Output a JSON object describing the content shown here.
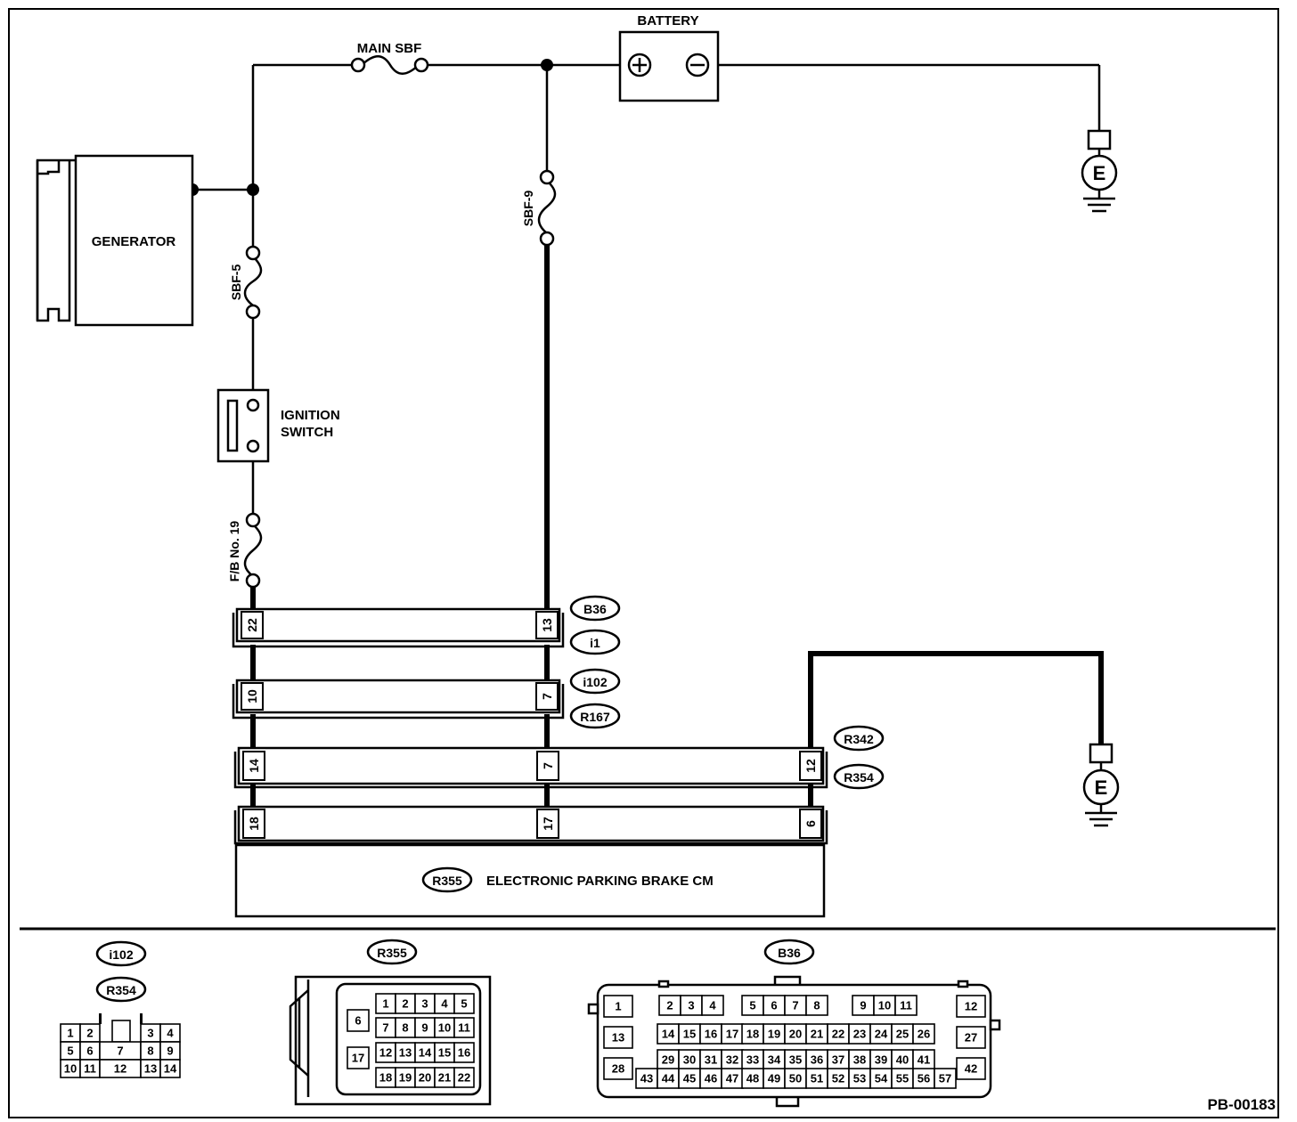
{
  "labels": {
    "battery": "BATTERY",
    "main_sbf": "MAIN SBF",
    "generator": "GENERATOR",
    "sbf5": "SBF-5",
    "sbf9": "SBF-9",
    "ignition_switch_1": "IGNITION",
    "ignition_switch_2": "SWITCH",
    "fb19": "F/B No. 19",
    "epb_cm": "ELECTRONIC PARKING BRAKE CM",
    "ground": "E",
    "plus": "+",
    "minus": "−",
    "figure_id": "PB-00183"
  },
  "connectors": {
    "b36": "B36",
    "i1": "i1",
    "i102": "i102",
    "r167": "R167",
    "r342": "R342",
    "r354": "R354",
    "r355": "R355"
  },
  "pins": {
    "row1_left": "22",
    "row1_right": "13",
    "row2_left": "10",
    "row2_right": "7",
    "row3_left": "14",
    "row3_mid": "7",
    "row3_right": "12",
    "row4_left": "18",
    "row4_mid": "17",
    "row4_right": "6"
  },
  "faces": {
    "i102": {
      "title1": "i102",
      "title2": "R354",
      "pins": [
        "1",
        "2",
        "3",
        "4",
        "5",
        "6",
        "7",
        "8",
        "9",
        "10",
        "11",
        "12",
        "13",
        "14"
      ]
    },
    "r355": {
      "title": "R355",
      "pins": [
        "1",
        "2",
        "3",
        "4",
        "5",
        "6",
        "7",
        "8",
        "9",
        "10",
        "11",
        "12",
        "13",
        "14",
        "15",
        "16",
        "17",
        "18",
        "19",
        "20",
        "21",
        "22"
      ]
    },
    "b36": {
      "title": "B36",
      "pins": [
        "1",
        "2",
        "3",
        "4",
        "5",
        "6",
        "7",
        "8",
        "9",
        "10",
        "11",
        "12",
        "13",
        "14",
        "15",
        "16",
        "17",
        "18",
        "19",
        "20",
        "21",
        "22",
        "23",
        "24",
        "25",
        "26",
        "27",
        "28",
        "29",
        "30",
        "31",
        "32",
        "33",
        "34",
        "35",
        "36",
        "37",
        "38",
        "39",
        "40",
        "41",
        "42",
        "43",
        "44",
        "45",
        "46",
        "47",
        "48",
        "49",
        "50",
        "51",
        "52",
        "53",
        "54",
        "55",
        "56",
        "57"
      ]
    }
  }
}
